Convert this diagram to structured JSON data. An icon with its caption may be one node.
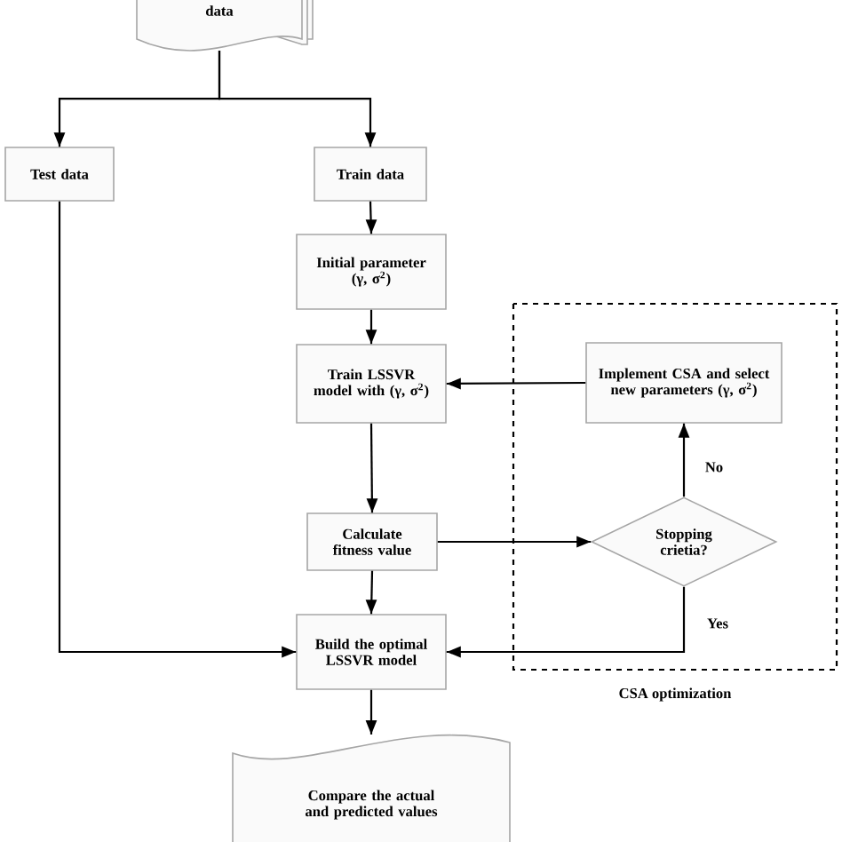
{
  "diagram": {
    "nodes": [
      {
        "text": [
          "data"
        ]
      },
      {
        "text": [
          "Test data"
        ]
      },
      {
        "text": [
          "Train data"
        ]
      },
      {
        "text": [
          "Initial parameter (γ, σ$^{2}$)"
        ]
      },
      {
        "text": [
          "Train LSSVR model with (γ, σ$^{2}$)"
        ]
      },
      {
        "text": [
          "Calculate fitness value"
        ]
      },
      {
        "text": [
          "Build the optimal LSSVR model"
        ]
      },
      {
        "text": [
          "Compare the actual and predicted values"
        ]
      },
      {
        "text": [
          "CSA optimization"
        ]
      },
      {
        "text": [
          "Implement CSA and select new parameters (γ, σ$^{2}$)"
        ],
        "in": 8
      },
      {
        "text": [
          "Stopping crietia?"
        ],
        "in": 8
      }
    ],
    "edges": [
      {
        "from": 0,
        "to": 1,
        "arrow": "to"
      },
      {
        "from": 0,
        "to": 2,
        "arrow": "to"
      },
      {
        "from": 2,
        "to": 3,
        "arrow": "to"
      },
      {
        "from": 3,
        "to": 4,
        "arrow": "to"
      },
      {
        "from": 9,
        "to": 4,
        "arrow": "to"
      },
      {
        "from": 4,
        "to": 5,
        "arrow": "to"
      },
      {
        "from": 5,
        "to": 10,
        "arrow": "to"
      },
      {
        "from": 10,
        "to": 9,
        "arrow": "to",
        "label": "No"
      },
      {
        "from": 10,
        "to": 6,
        "arrow": "to",
        "label": "Yes"
      },
      {
        "from": 1,
        "to": 6,
        "arrow": "to"
      },
      {
        "from": 5,
        "to": 6,
        "arrow": "to"
      },
      {
        "from": 6,
        "to": 7,
        "arrow": "to"
      }
    ]
  }
}
